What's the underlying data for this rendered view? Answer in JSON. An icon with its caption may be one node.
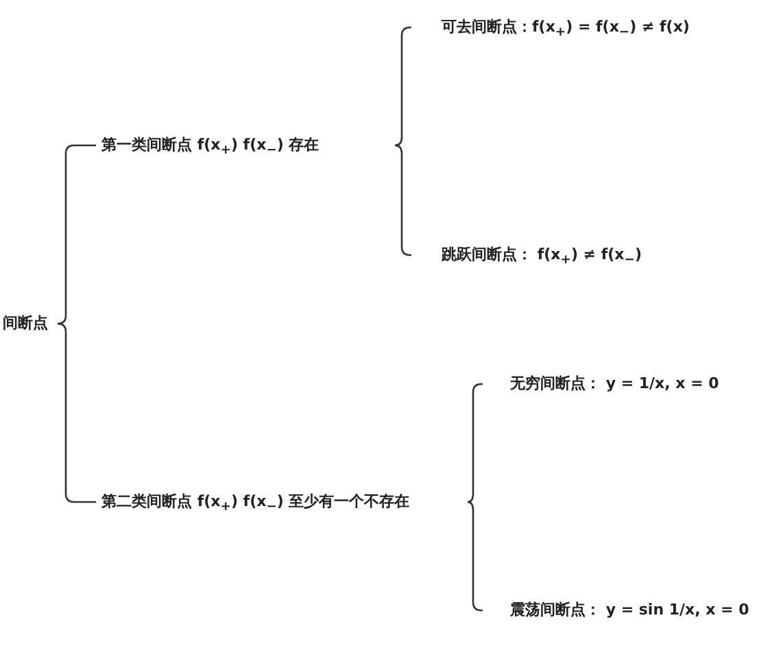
{
  "diagram": {
    "nodes": [
      {
        "text": [
          "间断点"
        ]
      },
      {
        "text": [
          "第一类间断点 f(x$_{+}$) f(x$_{−}$) 存在"
        ]
      },
      {
        "text": [
          "可去间断点：f(x$_{+}$) = f(x$_{−}$) ≠ f(x)"
        ]
      },
      {
        "text": [
          "跳跃间断点： f(x$_{+}$) ≠ f(x$_{−}$)"
        ]
      },
      {
        "text": [
          "第二类间断点 f(x$_{+}$) f(x$_{−}$) 至少有一个不存在"
        ]
      },
      {
        "text": [
          "无穷间断点： y = 1/x, x = 0"
        ]
      },
      {
        "text": [
          "震荡间断点： y = sin 1/x, x = 0"
        ]
      }
    ],
    "edges": [
      {
        "from": 0,
        "to": 1,
        "arrow": "none"
      },
      {
        "from": 0,
        "to": 4,
        "arrow": "none"
      },
      {
        "from": 1,
        "to": 2,
        "arrow": "none"
      },
      {
        "from": 1,
        "to": 3,
        "arrow": "none"
      },
      {
        "from": 4,
        "to": 5,
        "arrow": "none"
      },
      {
        "from": 4,
        "to": 6,
        "arrow": "none"
      }
    ]
  }
}
